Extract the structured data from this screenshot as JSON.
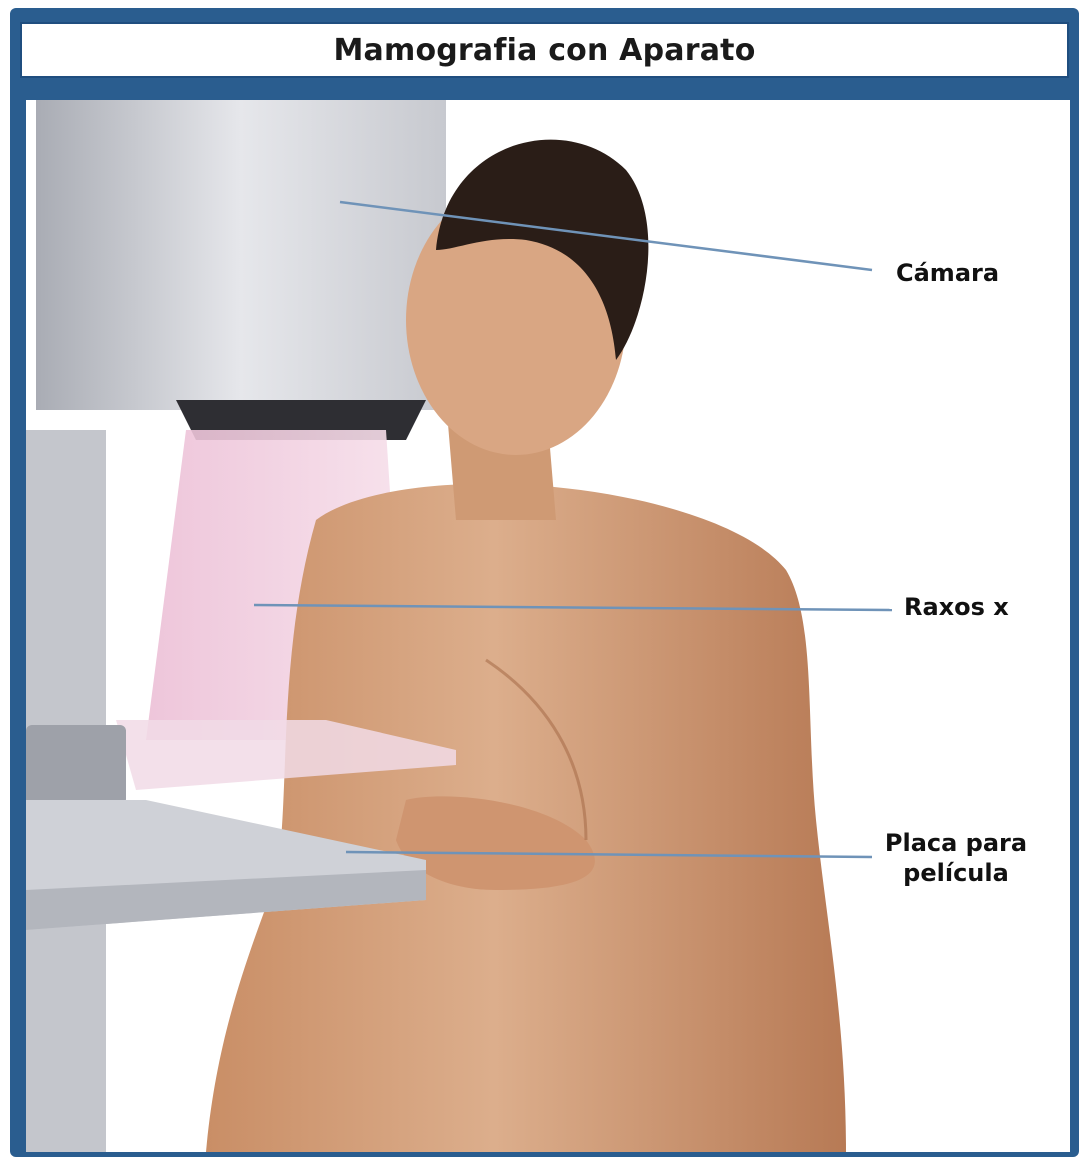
{
  "title": "Mamografia con Aparato",
  "labels": {
    "camera": "Cámara",
    "xrays": "Raxos x",
    "film_plate_line1": "Placa para",
    "film_plate_line2": "película"
  },
  "colors": {
    "frame": "#2a5d8f",
    "leader_line": "#6f93b8",
    "skin": "#d7a27e",
    "machine": "#d9dadf",
    "xray_beam": "#f0c9dd"
  }
}
